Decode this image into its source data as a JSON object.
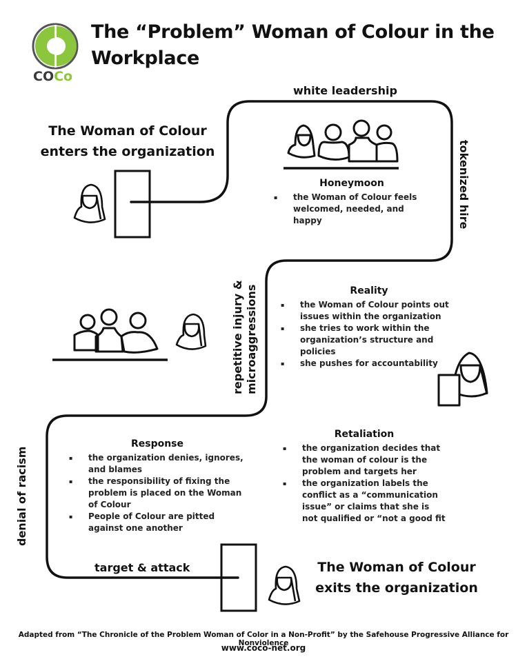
{
  "header": {
    "title_line1": "The “Problem” Woman of Colour in the",
    "title_line2": "Workplace",
    "logo": {
      "text_part1": "CO",
      "text_part2": "Co",
      "accent": "#8cc63f",
      "ring": "#555555"
    }
  },
  "start": {
    "line1": "The Woman of Colour",
    "line2": "enters the organization"
  },
  "end": {
    "line1": "The Woman of Colour",
    "line2": "exits the organization"
  },
  "path_labels": {
    "top": "white leadership",
    "right": "tokenized hire",
    "middle_line1": "repetitive injury &",
    "middle_line2": "microaggressions",
    "left": "denial of racism",
    "bottom": "target & attack"
  },
  "sections": {
    "honeymoon": {
      "heading": "Honeymoon",
      "bullets": [
        "the Woman of Colour feels welcomed, needed, and happy"
      ]
    },
    "reality": {
      "heading": "Reality",
      "bullets": [
        "the Woman of Colour points out issues within the organization",
        "she tries to work within the organization’s structure and policies",
        "she pushes for accountability"
      ]
    },
    "response": {
      "heading": "Response",
      "bullets": [
        "the organization denies, ignores, and blames",
        "the responsibility of fixing the problem is placed on the Woman of Colour",
        "People of Colour are pitted against one another"
      ]
    },
    "retaliation": {
      "heading": "Retaliation",
      "bullets": [
        "the organization decides that the woman of colour is the problem and targets her",
        "the organization labels the conflict as a “communication issue” or claims that she is not qualified or “not a good fit"
      ]
    }
  },
  "footer": {
    "credit": "Adapted from “The Chronicle of the Problem Woman of Color in a Non-Profit” by the Safehouse Progressive Alliance for Nonviolence",
    "url": "www.coco-net.org"
  }
}
